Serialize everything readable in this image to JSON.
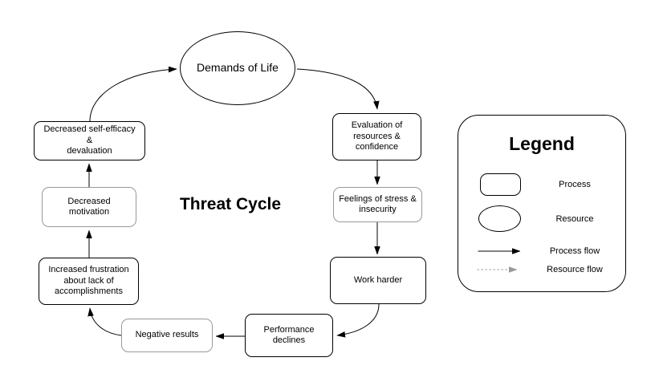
{
  "diagram": {
    "title": "Threat Cycle",
    "nodes": {
      "demands_of_life": {
        "label": "Demands of Life",
        "shape": "ellipse",
        "role": "resource"
      },
      "evaluation": {
        "label": "Evaluation of\nresources &\nconfidence",
        "shape": "rounded-rect",
        "role": "process"
      },
      "feelings": {
        "label": "Feelings of stress &\ninsecurity",
        "shape": "rounded-rect",
        "role": "process"
      },
      "work_harder": {
        "label": "Work harder",
        "shape": "rounded-rect",
        "role": "process"
      },
      "performance_declines": {
        "label": "Performance\ndeclines",
        "shape": "rounded-rect",
        "role": "process"
      },
      "negative_results": {
        "label": "Negative results",
        "shape": "rounded-rect",
        "role": "process"
      },
      "frustration": {
        "label": "Increased frustration\nabout lack of\naccomplishments",
        "shape": "rounded-rect",
        "role": "process"
      },
      "decreased_motivation": {
        "label": "Decreased\nmotivation",
        "shape": "rounded-rect",
        "role": "process"
      },
      "decreased_self_efficacy": {
        "label": "Decreased self-efficacy\n&\ndevaluation",
        "shape": "rounded-rect",
        "role": "process"
      }
    },
    "edges": [
      {
        "from": "decreased_self_efficacy",
        "to": "demands_of_life",
        "style": "solid"
      },
      {
        "from": "demands_of_life",
        "to": "evaluation",
        "style": "solid"
      },
      {
        "from": "evaluation",
        "to": "feelings",
        "style": "solid"
      },
      {
        "from": "feelings",
        "to": "work_harder",
        "style": "solid"
      },
      {
        "from": "work_harder",
        "to": "performance_declines",
        "style": "solid"
      },
      {
        "from": "performance_declines",
        "to": "negative_results",
        "style": "solid"
      },
      {
        "from": "negative_results",
        "to": "frustration",
        "style": "solid"
      },
      {
        "from": "frustration",
        "to": "decreased_motivation",
        "style": "solid"
      },
      {
        "from": "decreased_motivation",
        "to": "decreased_self_efficacy",
        "style": "solid"
      }
    ]
  },
  "legend": {
    "title": "Legend",
    "process_label": "Process",
    "resource_label": "Resource",
    "process_flow_label": "Process flow",
    "resource_flow_label": "Resource flow"
  },
  "colors": {
    "stroke": "#000000",
    "alt_stroke": "#999999",
    "background": "#ffffff",
    "text": "#000000"
  }
}
